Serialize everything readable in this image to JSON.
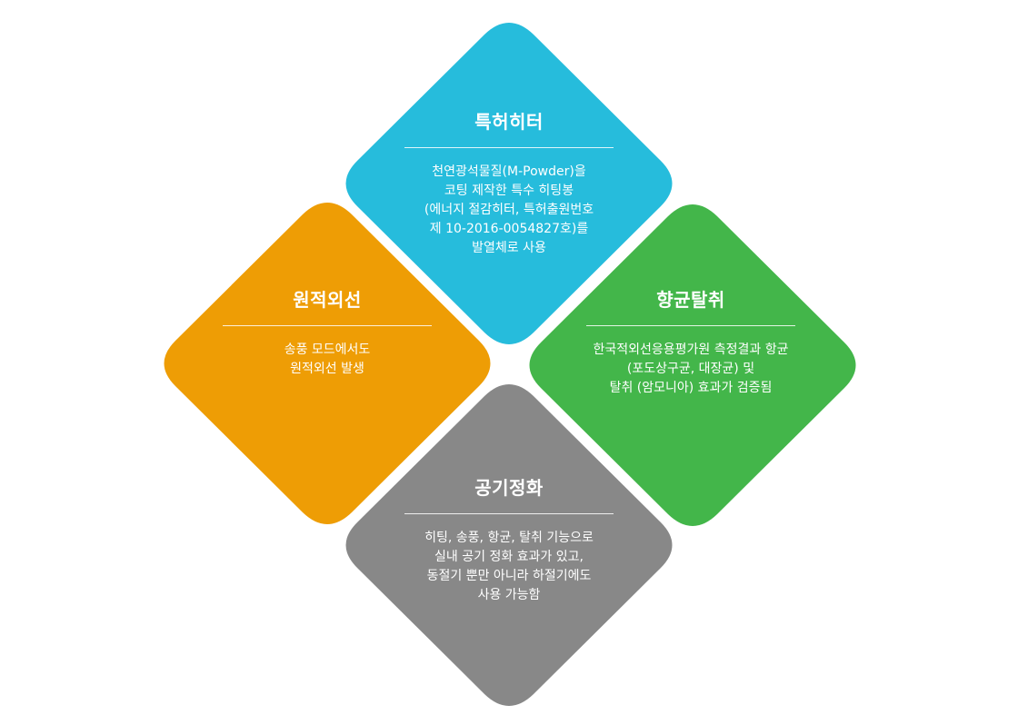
{
  "colors": {
    "top": "#26bcdc",
    "left": "#ee9d05",
    "right": "#43b64a",
    "bottom": "#888888"
  },
  "cards": {
    "top": {
      "title": "특허히터",
      "lines": [
        "천연광석물질(M-Powder)을",
        "코팅 제작한 특수 히팅봉",
        "(에너지 절감히터, 특허출원번호",
        "제 10-2016-0054827호)를",
        "발열체로 사용"
      ]
    },
    "left": {
      "title": "원적외선",
      "lines": [
        "송풍 모드에서도",
        "원적외선 발생"
      ]
    },
    "right": {
      "title": "향균탈취",
      "lines": [
        "한국적외선응용평가원 측정결과 항균",
        "(포도상구균, 대장균) 및",
        "탈취 (암모니아) 효과가 검증됨"
      ]
    },
    "bottom": {
      "title": "공기정화",
      "lines": [
        "히팅, 송풍, 항균, 탈취 기능으로",
        "실내 공기 정화 효과가 있고,",
        "동절기 뿐만 아니라 하절기에도",
        "사용 가능함"
      ]
    }
  }
}
